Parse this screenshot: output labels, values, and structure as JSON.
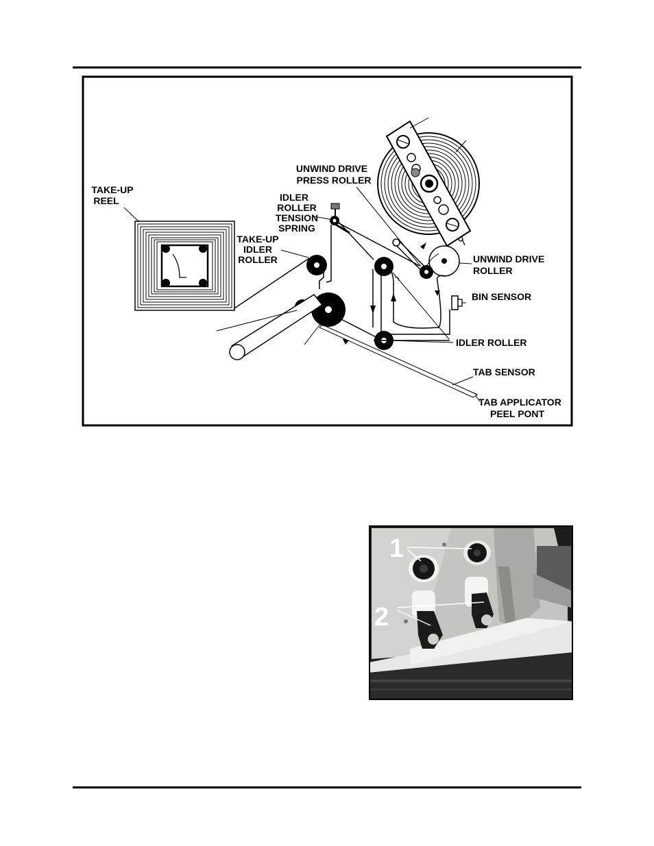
{
  "diagram": {
    "labels": {
      "take_up_reel_1": "TAKE-UP",
      "take_up_reel_2": "REEL",
      "idler_tension_1": "IDLER",
      "idler_tension_2": "ROLLER",
      "idler_tension_3": "TENSION",
      "idler_tension_4": "SPRING",
      "unwind_press_1": "UNWIND DRIVE",
      "unwind_press_2": "PRESS ROLLER",
      "take_up_idler_1": "TAKE-UP",
      "take_up_idler_2": "IDLER",
      "take_up_idler_3": "ROLLER",
      "unwind_drive_1": "UNWIND DRIVE",
      "unwind_drive_2": "ROLLER",
      "bin_sensor": "BIN SENSOR",
      "idler_roller": "IDLER ROLLER",
      "tab_sensor": "TAB SENSOR",
      "tab_peel_1": "TAB APPLICATOR",
      "tab_peel_2": "PEEL PONT"
    }
  },
  "photo": {
    "callout_1": "1",
    "callout_2": "2"
  },
  "colors": {
    "ink": "#000000",
    "photo_panel": "#c9c9c6",
    "photo_dark": "#2b2b2b"
  }
}
